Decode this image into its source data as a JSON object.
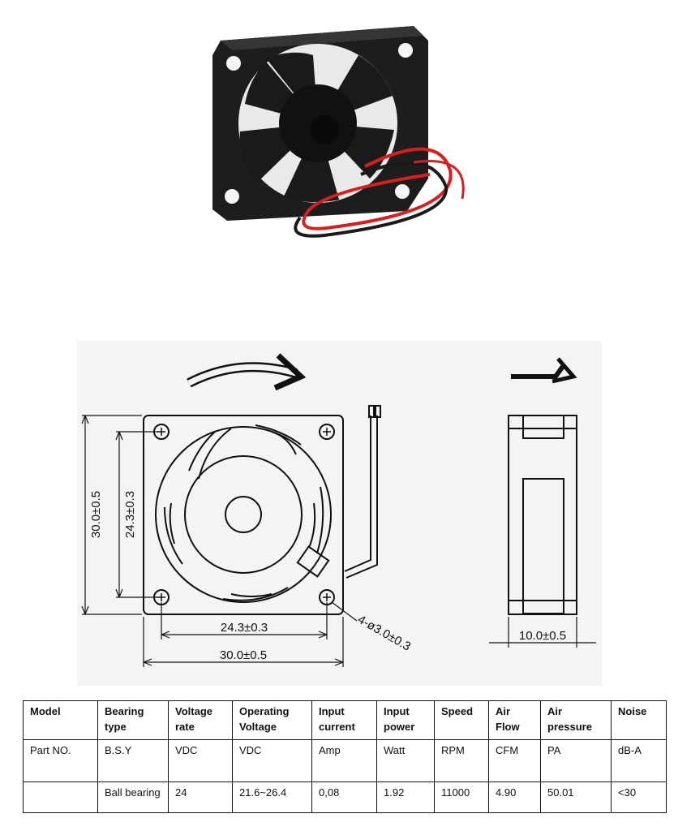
{
  "drawing": {
    "dim_height_outer": "30.0±0.5",
    "dim_height_inner": "24.3±0.3",
    "dim_width_inner": "24.3±0.3",
    "dim_width_outer": "30.0±0.5",
    "dim_holes": "4-ø3.0±0.3",
    "dim_thickness": "10.0±0.5"
  },
  "spec_table": {
    "headers": [
      "Model",
      "Bearing type",
      "Voltage rate",
      "Operating Voltage",
      "Input current",
      "Input power",
      "Speed",
      "Air Flow",
      "Air pressure",
      "Noise"
    ],
    "units": [
      "Part NO.",
      "B.S.Y",
      "VDC",
      "VDC",
      "Amp",
      "Watt",
      "RPM",
      "CFM",
      "PA",
      "dB-A"
    ],
    "values": [
      "",
      "Ball bearing",
      "24",
      "21.6~26.4",
      "0,08",
      "1.92",
      "11000",
      "4.90",
      "50.01",
      "<30"
    ]
  }
}
